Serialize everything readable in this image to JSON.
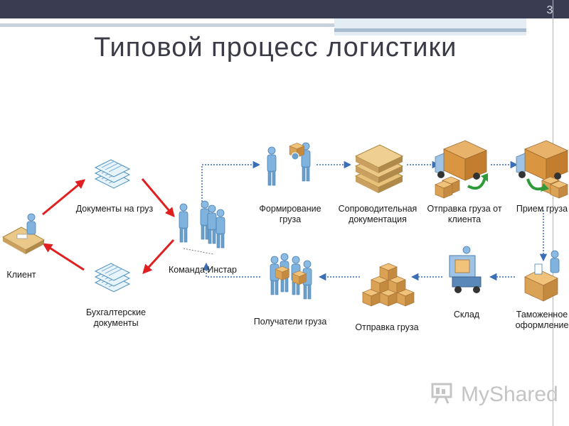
{
  "slide": {
    "page_number": "3",
    "title": "Типовой процесс логистики"
  },
  "diagram": {
    "nodes": {
      "client": "Клиент",
      "cargo_docs": "Документы на груз",
      "accounting_docs": "Бухгалтерские документы",
      "team": "Команда Инстар",
      "forming": "Формирование груза",
      "accompanying_docs": "Сопроводительная документация",
      "dispatch_from_client": "Отправка груза от клиента",
      "reception": "Прием груза",
      "customs": "Таможенное оформление",
      "warehouse": "Склад",
      "shipment": "Отправка груза",
      "recipients": "Получатели груза"
    },
    "colors": {
      "red_arrow": "#e02020",
      "blue_connector": "#3a6fb5",
      "person": "#7fb2dc",
      "box": "#d9a255",
      "green_arrow": "#2f9a3a"
    }
  },
  "watermark": {
    "text": "MyShared"
  }
}
